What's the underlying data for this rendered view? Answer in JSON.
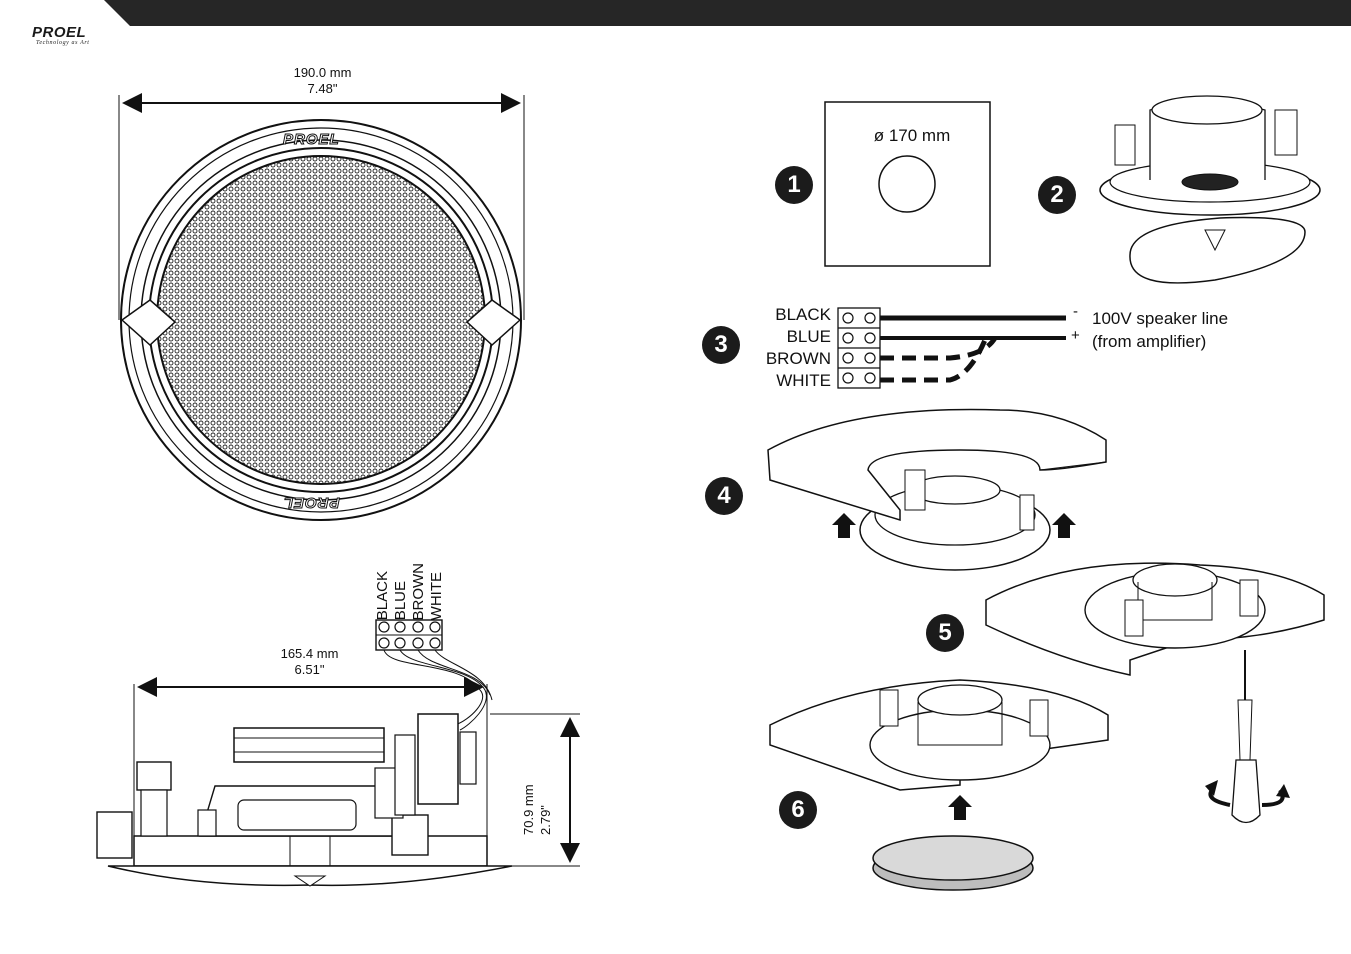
{
  "brand": {
    "logo": "PROEL",
    "tagline": "Technology as Art"
  },
  "front_view": {
    "width_mm": "190.0 mm",
    "width_in": "7.48\"",
    "grille_text_top": "PROEL",
    "grille_text_bottom": "PROEL"
  },
  "side_view": {
    "width_mm": "165.4 mm",
    "width_in": "6.51\"",
    "depth_mm": "70.9 mm",
    "depth_in": "2.79\"",
    "terminal_labels": [
      "BLACK",
      "BLUE",
      "BROWN",
      "WHITE"
    ]
  },
  "steps": {
    "s1": "1",
    "s2": "2",
    "s3": "3",
    "s4": "4",
    "s5": "5",
    "s6": "6"
  },
  "cutout": {
    "diameter": "ø 170 mm"
  },
  "wiring": {
    "terminals": [
      "BLACK",
      "BLUE",
      "BROWN",
      "WHITE"
    ],
    "minus": "-",
    "plus": "+",
    "line_label_1": "100V speaker line",
    "line_label_2": "(from amplifier)"
  },
  "colors": {
    "topbar": "#262626",
    "ink": "#111111",
    "step_fill": "#1b1b1b"
  }
}
